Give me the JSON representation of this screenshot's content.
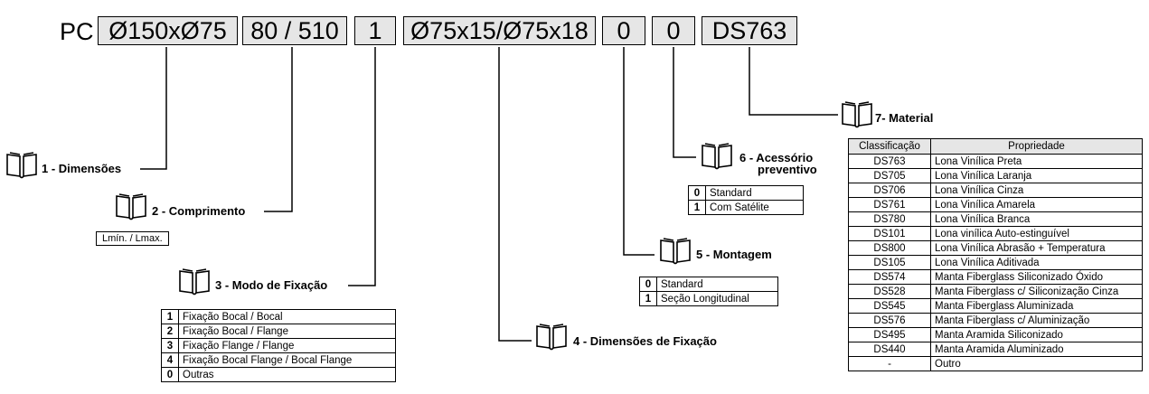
{
  "code": {
    "prefix": "PC",
    "segments": [
      "Ø150xØ75",
      "80 / 510",
      "1",
      "Ø75x15/Ø75x18",
      "0",
      "0",
      "DS763"
    ]
  },
  "sections": {
    "dimensoes": {
      "title": "1 - Dimensões"
    },
    "comprimento": {
      "title": "2 - Comprimento",
      "note": "Lmín. / Lmax."
    },
    "fixacao": {
      "title": "3 - Modo de Fixação",
      "rows": [
        {
          "code": "1",
          "label": "Fixação Bocal / Bocal"
        },
        {
          "code": "2",
          "label": "Fixação Bocal / Flange"
        },
        {
          "code": "3",
          "label": "Fixação Flange / Flange"
        },
        {
          "code": "4",
          "label": "Fixação Bocal Flange / Bocal Flange"
        },
        {
          "code": "0",
          "label": "Outras"
        }
      ]
    },
    "dim_fixacao": {
      "title": "4 - Dimensões de Fixação"
    },
    "montagem": {
      "title": "5 - Montagem",
      "rows": [
        {
          "code": "0",
          "label": "Standard"
        },
        {
          "code": "1",
          "label": "Seção Longitudinal"
        }
      ]
    },
    "acessorio": {
      "title_line1": "6 - Acessório",
      "title_line2": "preventivo",
      "rows": [
        {
          "code": "0",
          "label": "Standard"
        },
        {
          "code": "1",
          "label": "Com Satélite"
        }
      ]
    },
    "material": {
      "title": "7- Material",
      "headers": [
        "Classificação",
        "Propriedade"
      ],
      "rows": [
        {
          "code": "DS763",
          "label": "Lona Vinílica Preta"
        },
        {
          "code": "DS705",
          "label": "Lona Vinílica Laranja"
        },
        {
          "code": "DS706",
          "label": "Lona Vinílica Cinza"
        },
        {
          "code": "DS761",
          "label": "Lona Vinílica Amarela"
        },
        {
          "code": "DS780",
          "label": "Lona Vinílica Branca"
        },
        {
          "code": "DS101",
          "label": "Lona vinílica Auto-estinguível"
        },
        {
          "code": "DS800",
          "label": "Lona Vinílica Abrasão + Temperatura"
        },
        {
          "code": "DS105",
          "label": "Lona Vinílica Aditivada"
        },
        {
          "code": "DS574",
          "label": "Manta Fiberglass Siliconizado Óxido"
        },
        {
          "code": "DS528",
          "label": "Manta Fiberglass c/ Siliconização Cinza"
        },
        {
          "code": "DS545",
          "label": "Manta Fiberglass Aluminizada"
        },
        {
          "code": "DS576",
          "label": "Manta Fiberglass  c/ Aluminização"
        },
        {
          "code": "DS495",
          "label": "Manta Aramida Siliconizado"
        },
        {
          "code": "DS440",
          "label": "Manta Aramida Aluminizado"
        },
        {
          "code": "-",
          "label": "Outro"
        }
      ]
    }
  },
  "colors": {
    "box_fill": "#e6e6e6",
    "line": "#000000"
  },
  "icon": "open-book-icon"
}
